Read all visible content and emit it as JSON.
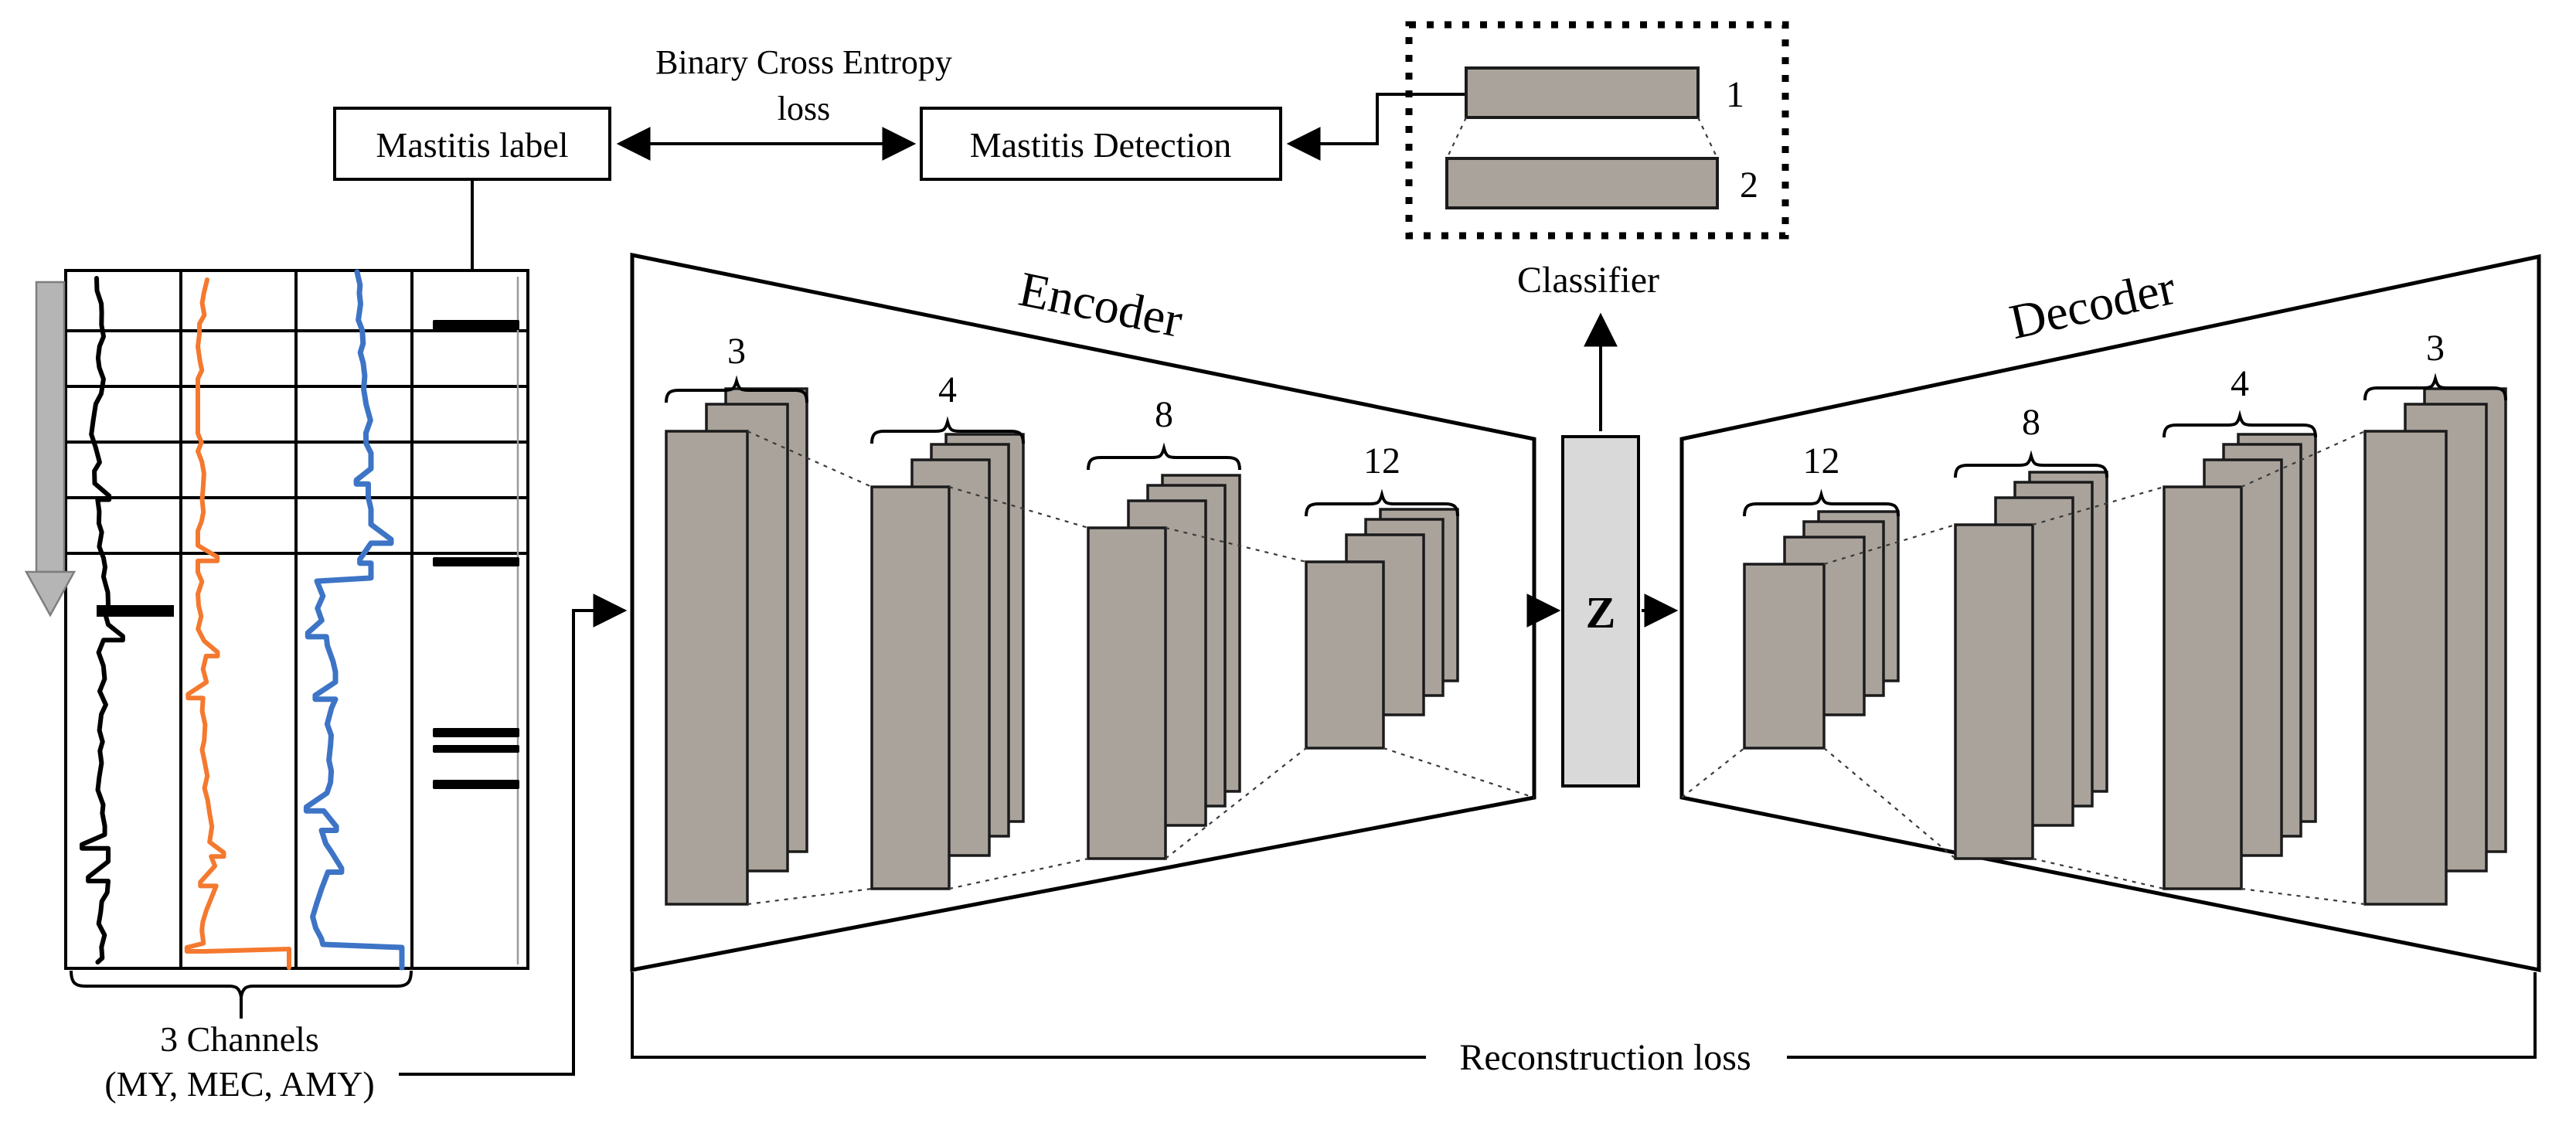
{
  "boxes": {
    "mastitis_label": "Mastitis label",
    "mastitis_detection": "Mastitis Detection"
  },
  "losses": {
    "bce_line1": "Binary Cross Entropy",
    "bce_line2": "loss",
    "reconstruction": "Reconstruction loss"
  },
  "classifier": {
    "label": "Classifier",
    "layer_labels": [
      "1",
      "2"
    ]
  },
  "latent": {
    "label": "Z"
  },
  "encoder": {
    "label": "Encoder",
    "filter_counts": [
      "3",
      "4",
      "8",
      "12"
    ]
  },
  "decoder": {
    "label": "Decoder",
    "filter_counts": [
      "12",
      "8",
      "4",
      "3"
    ]
  },
  "input": {
    "channels_line1": "3 Channels",
    "channels_line2": "(MY, MEC, AMY)",
    "channel_names": [
      "MY",
      "MEC",
      "AMY"
    ],
    "channel_colors": {
      "MY": "#000000",
      "MEC": "#f4792f",
      "AMY": "#3d74c6"
    }
  },
  "colors": {
    "layer_fill": "#aaa39c",
    "latent_fill": "#d9d9d9",
    "gray_arrow": "#b5b5b5"
  }
}
